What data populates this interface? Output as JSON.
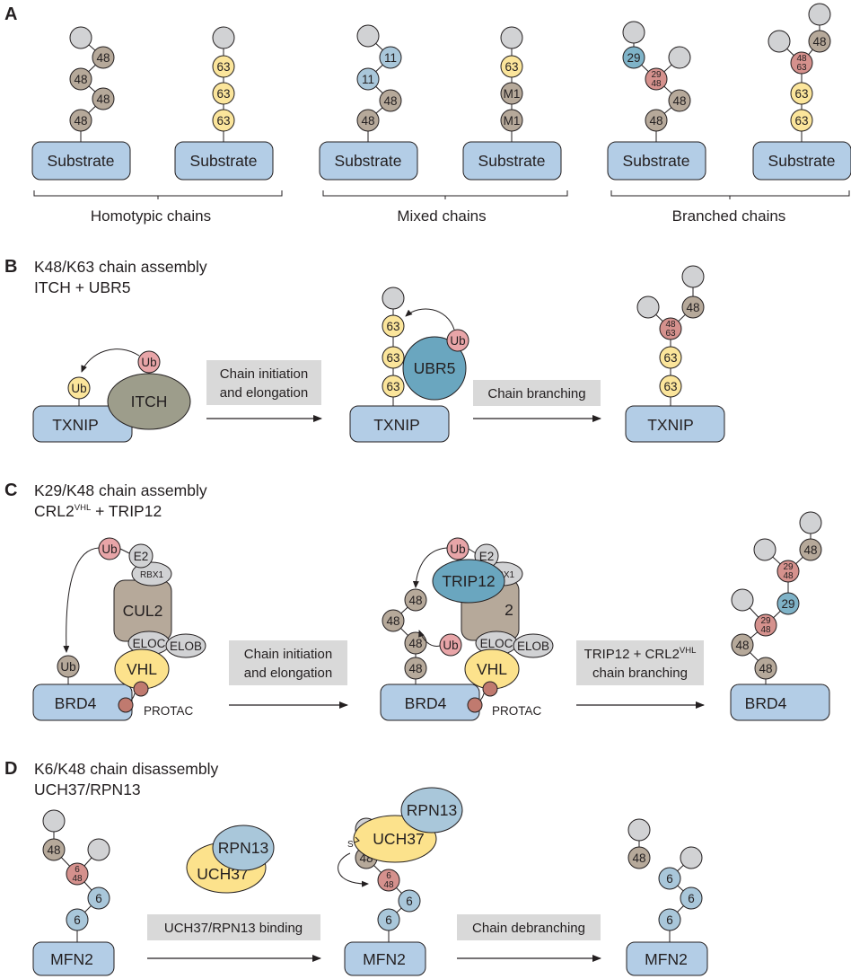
{
  "colors": {
    "grey_ub": "#d1d2d4",
    "k48": "#b6a99a",
    "k63": "#fbe59b",
    "k11": "#a9c7da",
    "k29": "#7fb3c8",
    "k6": "#a9c7da",
    "branch": "#d5918d",
    "substrate": "#b3cde6",
    "step_box": "#d9d9d9"
  },
  "panelA": {
    "letter": "A",
    "substrate_label": "Substrate",
    "homotypic": "Homotypic chains",
    "mixed": "Mixed chains",
    "branched": "Branched chains",
    "k48": "48",
    "k63": "63",
    "k11": "11",
    "m1": "M1",
    "k29": "29",
    "b_29": "29",
    "b_48": "48",
    "b_63": "63"
  },
  "panelB": {
    "letter": "B",
    "title1": "K48/K63 chain assembly",
    "title2": "ITCH + UBR5",
    "txnip": "TXNIP",
    "ub": "Ub",
    "itch": "ITCH",
    "ubr5": "UBR5",
    "step1a": "Chain initiation",
    "step1b": "and elongation",
    "step2": "Chain branching",
    "k63": "63",
    "k48": "48"
  },
  "panelC": {
    "letter": "C",
    "title1": "K29/K48 chain assembly",
    "title2a": "CRL2",
    "title2sup": "VHL",
    "title2b": " + TRIP12",
    "brd4": "BRD4",
    "ub": "Ub",
    "e2": "E2",
    "rbx1": "RBX1",
    "cul2": "CUL2",
    "cul2_partial": "2",
    "eloc": "ELOC",
    "elob": "ELOB",
    "vhl": "VHL",
    "protac": "PROTAC",
    "trip12": "TRIP12",
    "step1a": "Chain initiation",
    "step1b": "and elongation",
    "step2a": "TRIP12 + CRL2",
    "step2sup": "VHL",
    "step2b": "chain branching",
    "k48": "48",
    "k29": "29"
  },
  "panelD": {
    "letter": "D",
    "title1": "K6/K48 chain disassembly",
    "title2": "UCH37/RPN13",
    "mfn2": "MFN2",
    "rpn13": "RPN13",
    "uch37": "UCH37",
    "s": "S",
    "step1": "UCH37/RPN13 binding",
    "step2": "Chain debranching",
    "k6": "6",
    "k48": "48"
  }
}
